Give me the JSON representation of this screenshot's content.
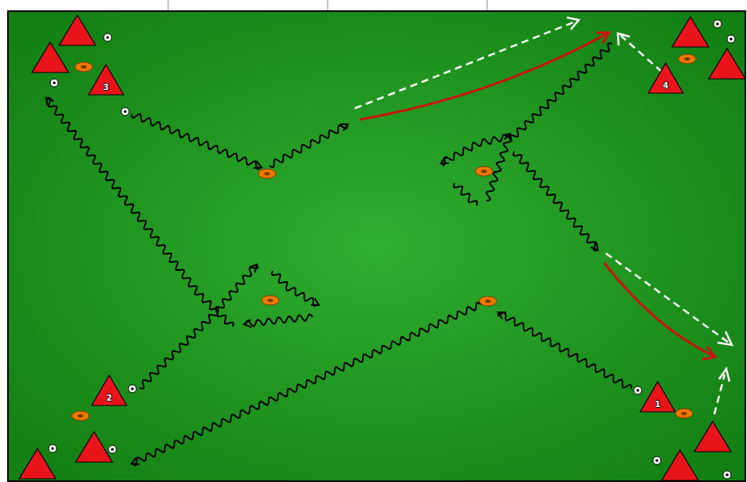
{
  "diagram": {
    "nodes": [
      {
        "text": [
          "3"
        ]
      },
      {
        "text": [
          "4"
        ]
      },
      {
        "text": [
          "2"
        ]
      },
      {
        "text": [
          "1"
        ]
      }
    ]
  }
}
